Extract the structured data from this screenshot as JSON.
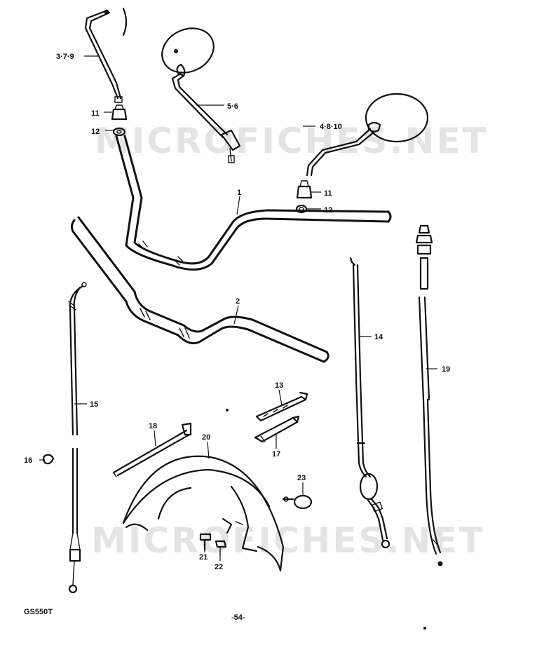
{
  "watermark": {
    "top": "MICROFICHES.NET",
    "bottom": "MICROFICHES.NET"
  },
  "model": "GS550T",
  "page_number": "-54-",
  "callouts": {
    "c_379": "3·7·9",
    "c_56": "5·6",
    "c_4810": "4·8·10",
    "c_11a": "11",
    "c_12a": "12",
    "c_11b": "11",
    "c_12b": "12",
    "c_1": "1",
    "c_2": "2",
    "c_13": "13",
    "c_14": "14",
    "c_15": "15",
    "c_16": "16",
    "c_17": "17",
    "c_18": "18",
    "c_19": "19",
    "c_20": "20",
    "c_21": "21",
    "c_22": "22",
    "c_23": "23"
  }
}
